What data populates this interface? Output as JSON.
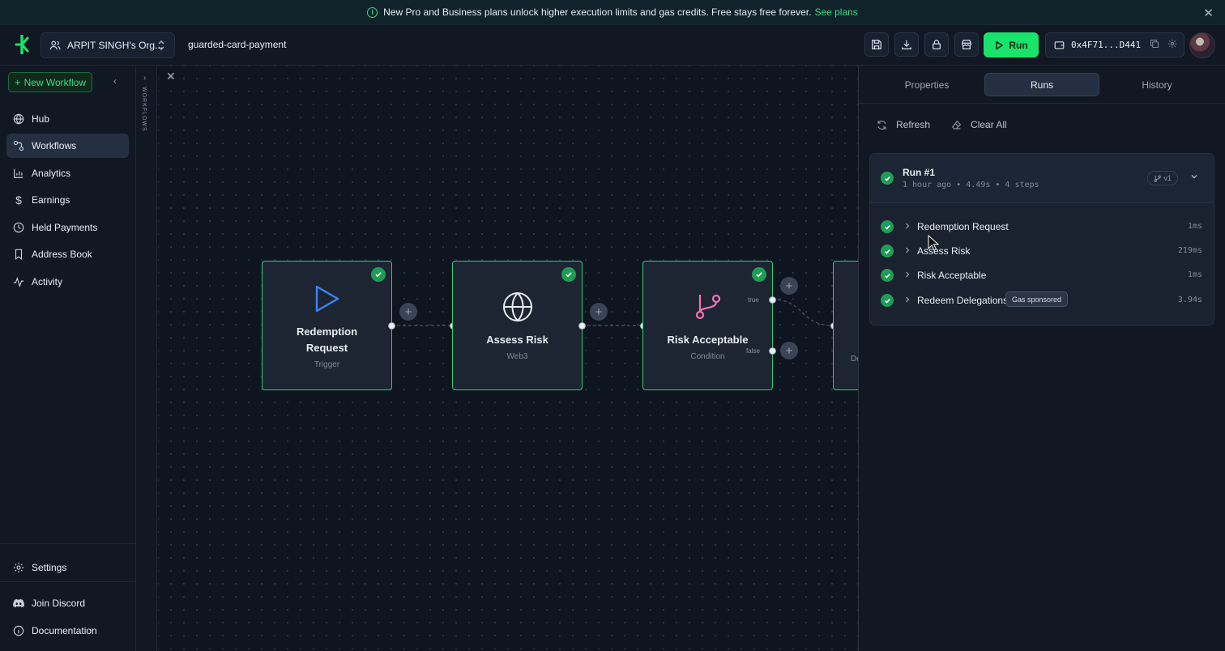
{
  "banner": {
    "message": "New Pro and Business plans unlock higher execution limits and gas credits. Free stays free forever.",
    "link": "See plans",
    "close": "✕"
  },
  "header": {
    "org_name": "ARPIT SINGH's Org...",
    "workflow_name": "guarded-card-payment",
    "run_label": "Run",
    "wallet_address": "0x4F71...D441"
  },
  "sidebar": {
    "new_workflow": "New Workflow",
    "items": [
      {
        "label": "Hub",
        "icon": "globe-icon"
      },
      {
        "label": "Workflows",
        "icon": "workflow-icon",
        "active": true
      },
      {
        "label": "Analytics",
        "icon": "bar-chart-icon"
      },
      {
        "label": "Earnings",
        "icon": "dollar-icon"
      },
      {
        "label": "Held Payments",
        "icon": "clock-icon"
      },
      {
        "label": "Address Book",
        "icon": "bookmark-icon"
      },
      {
        "label": "Activity",
        "icon": "activity-icon"
      }
    ],
    "settings": "Settings",
    "discord": "Join Discord",
    "docs": "Documentation"
  },
  "rail": {
    "label": "WORKFLOWS"
  },
  "canvas": {
    "nodes": [
      {
        "title_line1": "Redemption",
        "title_line2": "Request",
        "subtitle": "Trigger"
      },
      {
        "title": "Assess Risk",
        "subtitle": "Web3"
      },
      {
        "title": "Risk Acceptable",
        "subtitle": "Condition"
      }
    ],
    "branch_true": "true",
    "branch_false": "false",
    "partial_node_text": "De De"
  },
  "panel": {
    "tabs": [
      "Properties",
      "Runs",
      "History"
    ],
    "active_tab": "Runs",
    "refresh": "Refresh",
    "clear_all": "Clear All",
    "run": {
      "title": "Run #1",
      "meta": "1 hour ago • 4.49s • 4 steps",
      "version": "v1",
      "steps": [
        {
          "name": "Redemption Request",
          "duration": "1ms"
        },
        {
          "name": "Assess Risk",
          "duration": "219ms"
        },
        {
          "name": "Risk Acceptable",
          "duration": "1ms"
        },
        {
          "name": "Redeem Delegations",
          "duration": "3.94s",
          "badge": "Gas sponsored"
        }
      ]
    }
  },
  "colors": {
    "accent": "#19e36b",
    "success": "#1f9d55",
    "node_border": "#2ecc71",
    "trigger_icon": "#3b82f6",
    "condition_icon": "#f472b6"
  }
}
